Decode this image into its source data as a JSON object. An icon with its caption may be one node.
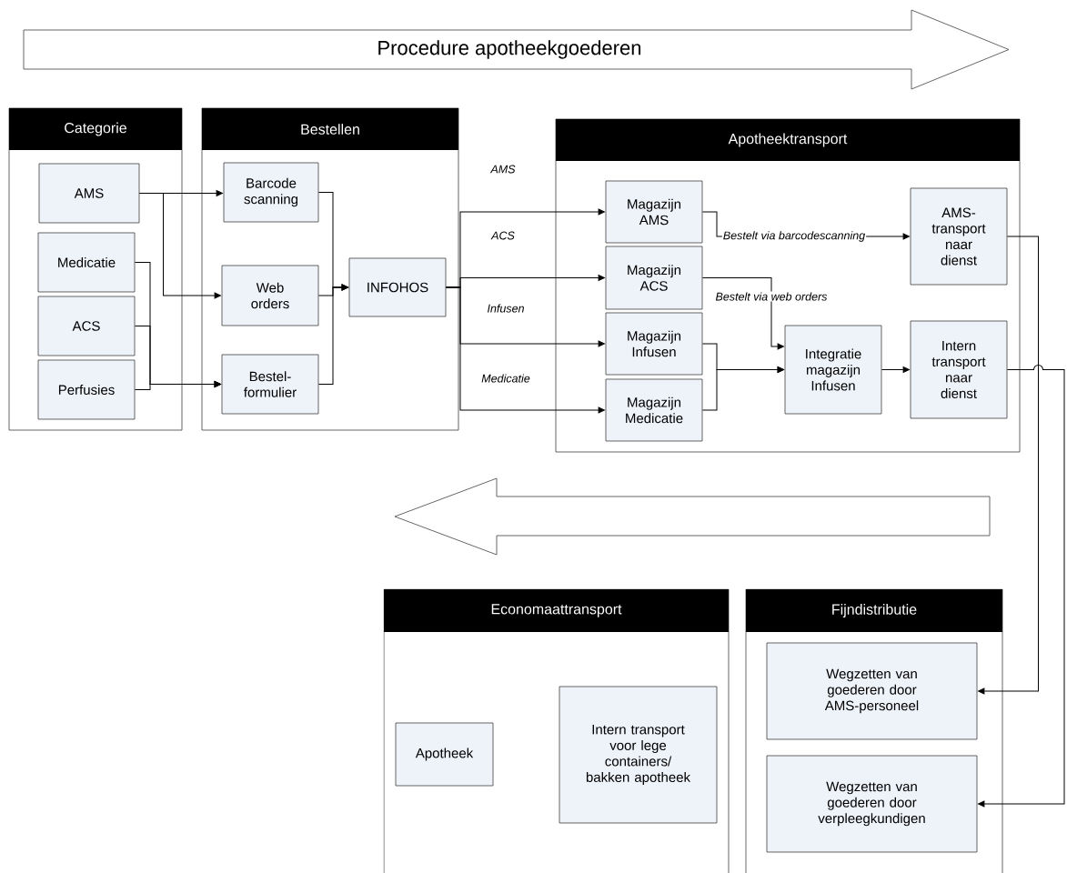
{
  "diagram": {
    "nodes": [
      {
        "text": [
          "Procedure apotheekgoederen"
        ]
      },
      {
        "text": [
          "Categorie"
        ]
      },
      {
        "text": [
          "AMS"
        ],
        "in": 1
      },
      {
        "text": [
          "Medicatie"
        ],
        "in": 1
      },
      {
        "text": [
          "ACS"
        ],
        "in": 1
      },
      {
        "text": [
          "Perfusies"
        ],
        "in": 1
      },
      {
        "text": [
          "Bestellen"
        ]
      },
      {
        "text": [
          "Barcode scanning"
        ],
        "in": 6
      },
      {
        "text": [
          "Web orders"
        ],
        "in": 6
      },
      {
        "text": [
          "Bestel-formulier"
        ],
        "in": 6
      },
      {
        "text": [
          "INFOHOS"
        ],
        "in": 6
      },
      {
        "text": [
          "Apotheektransport"
        ]
      },
      {
        "text": [
          "Magazijn AMS"
        ],
        "in": 11
      },
      {
        "text": [
          "Magazijn ACS"
        ],
        "in": 11
      },
      {
        "text": [
          "Magazijn Infusen"
        ],
        "in": 11
      },
      {
        "text": [
          "Magazijn Medicatie"
        ],
        "in": 11
      },
      {
        "text": [
          "AMS-transport naar dienst"
        ],
        "in": 11
      },
      {
        "text": [
          "Integratie magazijn Infusen"
        ],
        "in": 11
      },
      {
        "text": [
          "Intern transport naar dienst"
        ],
        "in": 11
      },
      {
        "text": [],
        "shape": "arrow"
      },
      {
        "text": [
          "Economaattransport"
        ]
      },
      {
        "text": [
          "Apotheek"
        ],
        "in": 20
      },
      {
        "text": [
          "Intern transport voor lege containers/ bakken apotheek"
        ],
        "in": 20
      },
      {
        "text": [
          "Fijndistributie"
        ]
      },
      {
        "text": [
          "Wegzetten van goederen door AMS-personeel"
        ],
        "in": 23
      },
      {
        "text": [
          "Wegzetten van goederen door verpleegkundigen"
        ],
        "in": 23
      }
    ],
    "edges": [
      {
        "from": 2,
        "to": 7,
        "arrow": "to"
      },
      {
        "from": 2,
        "to": 8,
        "arrow": "to"
      },
      {
        "from": 3,
        "to": 9,
        "arrow": "to"
      },
      {
        "from": 4,
        "to": 9,
        "arrow": "to"
      },
      {
        "from": 5,
        "to": 9,
        "arrow": "to"
      },
      {
        "from": 7,
        "to": 10,
        "arrow": "to"
      },
      {
        "from": 8,
        "to": 10,
        "arrow": "to"
      },
      {
        "from": 9,
        "to": 10,
        "arrow": "to"
      },
      {
        "from": 10,
        "to": 12,
        "arrow": "to",
        "label": "AMS"
      },
      {
        "from": 10,
        "to": 13,
        "arrow": "to",
        "label": "ACS"
      },
      {
        "from": 10,
        "to": 14,
        "arrow": "to",
        "label": "Infusen"
      },
      {
        "from": 10,
        "to": 15,
        "arrow": "to",
        "label": "Medicatie"
      },
      {
        "from": 12,
        "to": 16,
        "arrow": "to",
        "label": "Bestelt via barcodescanning"
      },
      {
        "from": 13,
        "to": 17,
        "arrow": "to",
        "label": "Bestelt via web orders"
      },
      {
        "from": 14,
        "to": 17,
        "arrow": "to"
      },
      {
        "from": 15,
        "to": 17,
        "arrow": "to"
      },
      {
        "from": 17,
        "to": 18,
        "arrow": "to"
      },
      {
        "from": 16,
        "to": 24,
        "arrow": "to"
      },
      {
        "from": 18,
        "to": 25,
        "arrow": "to"
      }
    ]
  }
}
